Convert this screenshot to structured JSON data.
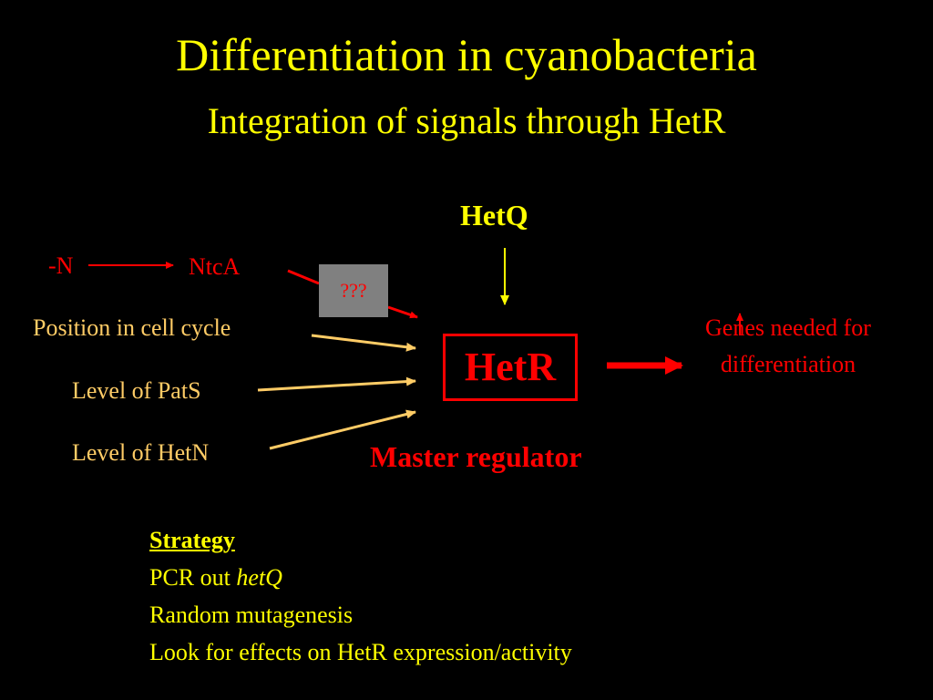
{
  "title": "Differentiation in cyanobacteria",
  "subtitle": "Integration of signals through HetR",
  "diagram": {
    "hetq": "HetQ",
    "minus_n": "-N",
    "ntca": "NtcA",
    "unknown": "???",
    "inputs": [
      "Position in cell cycle",
      "Level of PatS",
      "Level of HetN"
    ],
    "hetr": "HetR",
    "master_regulator": "Master regulator",
    "genes_text": "Genes needed for differentiation"
  },
  "strategy": {
    "heading": "Strategy",
    "pcr_prefix": "PCR out ",
    "pcr_gene": "hetQ",
    "step2": "Random mutagenesis",
    "step3": "Look for effects on HetR expression/activity"
  },
  "colors": {
    "background": "#000000",
    "title": "#ffff00",
    "red": "#ff0000",
    "tan": "#ffcc66",
    "gray_box": "#808080"
  }
}
